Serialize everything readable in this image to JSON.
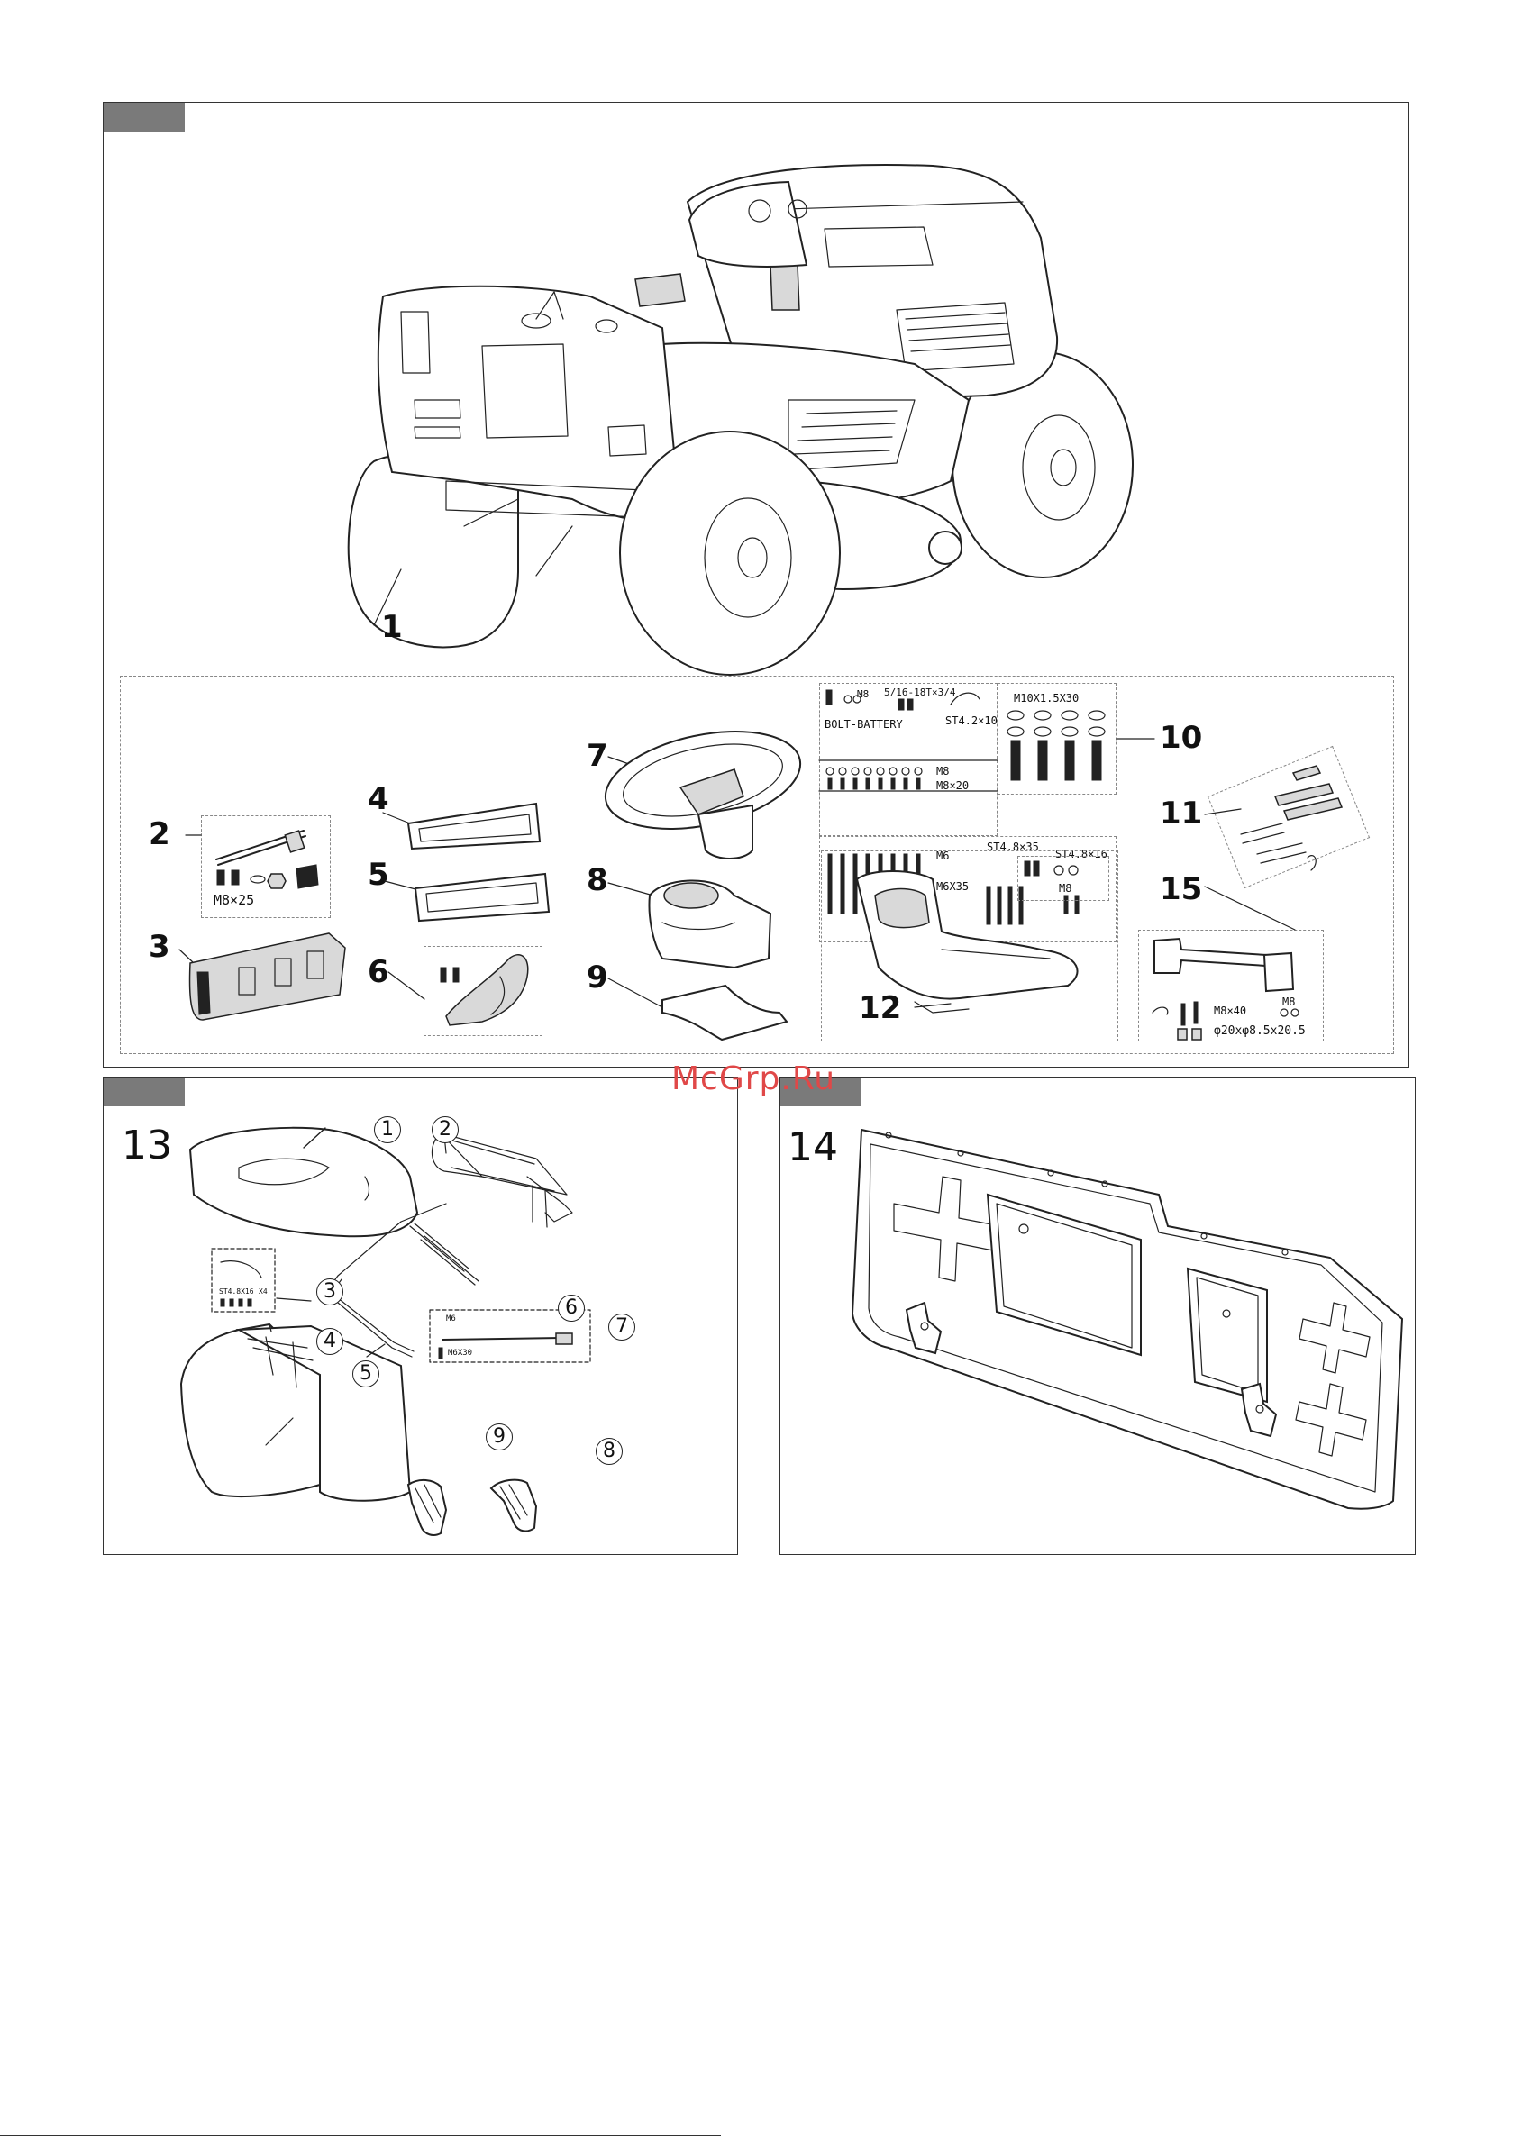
{
  "watermark": "McGrp.Ru",
  "panel_top": {
    "callouts": [
      "1",
      "2",
      "3",
      "4",
      "5",
      "6",
      "7",
      "8",
      "9",
      "10",
      "11",
      "12",
      "15"
    ],
    "hardware": {
      "part2_bolt": "M8×25",
      "part10_m8": "M8",
      "part10_bolt_spec": "5/16-18T×3/4",
      "part10_bolt_battery": "BOLT-BATTERY",
      "part10_st42": "ST4.2×10",
      "part10_m10": "M10X1.5X30",
      "part10_m8b": "M8",
      "part10_m8x20": "M8×20",
      "part10_m6": "M6",
      "part10_st48x35": "ST4.8×35",
      "part10_st48x16": "ST4.8×16",
      "part10_m6x35": "M6X35",
      "part12_m8": "M8",
      "part15_m8x40": "M8×40",
      "part15_m8": "M8",
      "part15_washer": "φ20xφ8.5x20.5"
    }
  },
  "panel_bl": {
    "figure_number": "13",
    "callouts": [
      "1",
      "2",
      "3",
      "4",
      "5",
      "6",
      "7",
      "8",
      "9"
    ],
    "hardware": {
      "part3_screw": "ST4.8X16",
      "part3_qty": "X4",
      "part7_m6": "M6",
      "part7_bolt": "M6X30"
    }
  },
  "panel_br": {
    "figure_number": "14"
  }
}
